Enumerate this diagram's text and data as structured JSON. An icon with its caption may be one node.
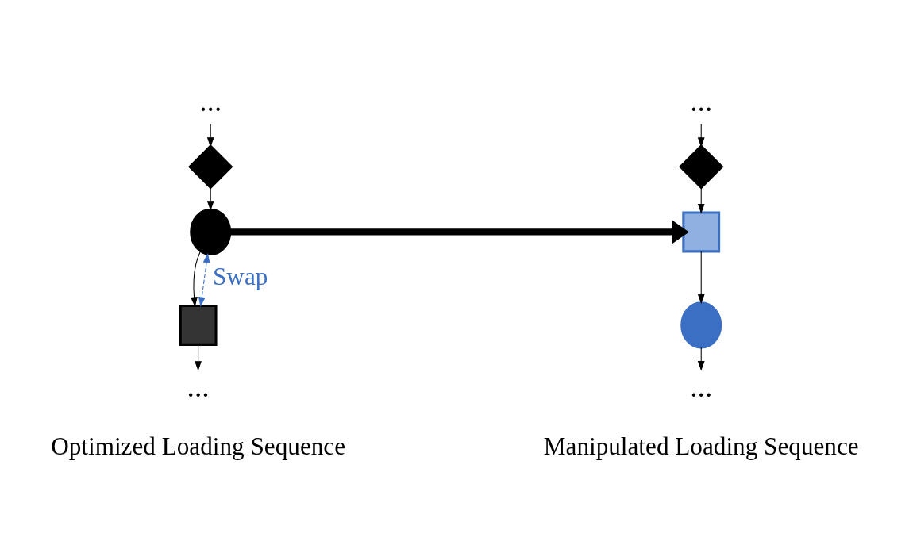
{
  "diagram": {
    "nodes": [
      {
        "text": [
          "..."
        ]
      },
      {
        "text": [],
        "shape": "diamond"
      },
      {
        "text": [],
        "shape": "circle"
      },
      {
        "text": [],
        "shape": "box"
      },
      {
        "text": [
          "..."
        ]
      },
      {
        "text": [
          "..."
        ]
      },
      {
        "text": [],
        "shape": "diamond"
      },
      {
        "text": [],
        "shape": "box"
      },
      {
        "text": [],
        "shape": "circle"
      },
      {
        "text": [
          "..."
        ]
      }
    ],
    "edges": [
      {
        "from": 0,
        "to": 1,
        "arrow": "to"
      },
      {
        "from": 1,
        "to": 2,
        "arrow": "to"
      },
      {
        "from": 2,
        "to": 3,
        "arrow": "to"
      },
      {
        "from": 3,
        "to": 4,
        "arrow": "to"
      },
      {
        "from": 2,
        "to": 3,
        "arrow": "both",
        "label": "Swap",
        "style": "dashed",
        "color": "#3a6fc4"
      },
      {
        "from": 2,
        "to": 7,
        "arrow": "to",
        "style": "thick"
      },
      {
        "from": 5,
        "to": 6,
        "arrow": "to"
      },
      {
        "from": 6,
        "to": 7,
        "arrow": "to"
      },
      {
        "from": 7,
        "to": 8,
        "arrow": "to"
      },
      {
        "from": 8,
        "to": 9,
        "arrow": "to"
      }
    ],
    "labels": [
      "Optimized Loading Sequence",
      "Manipulated Loading Sequence"
    ]
  }
}
